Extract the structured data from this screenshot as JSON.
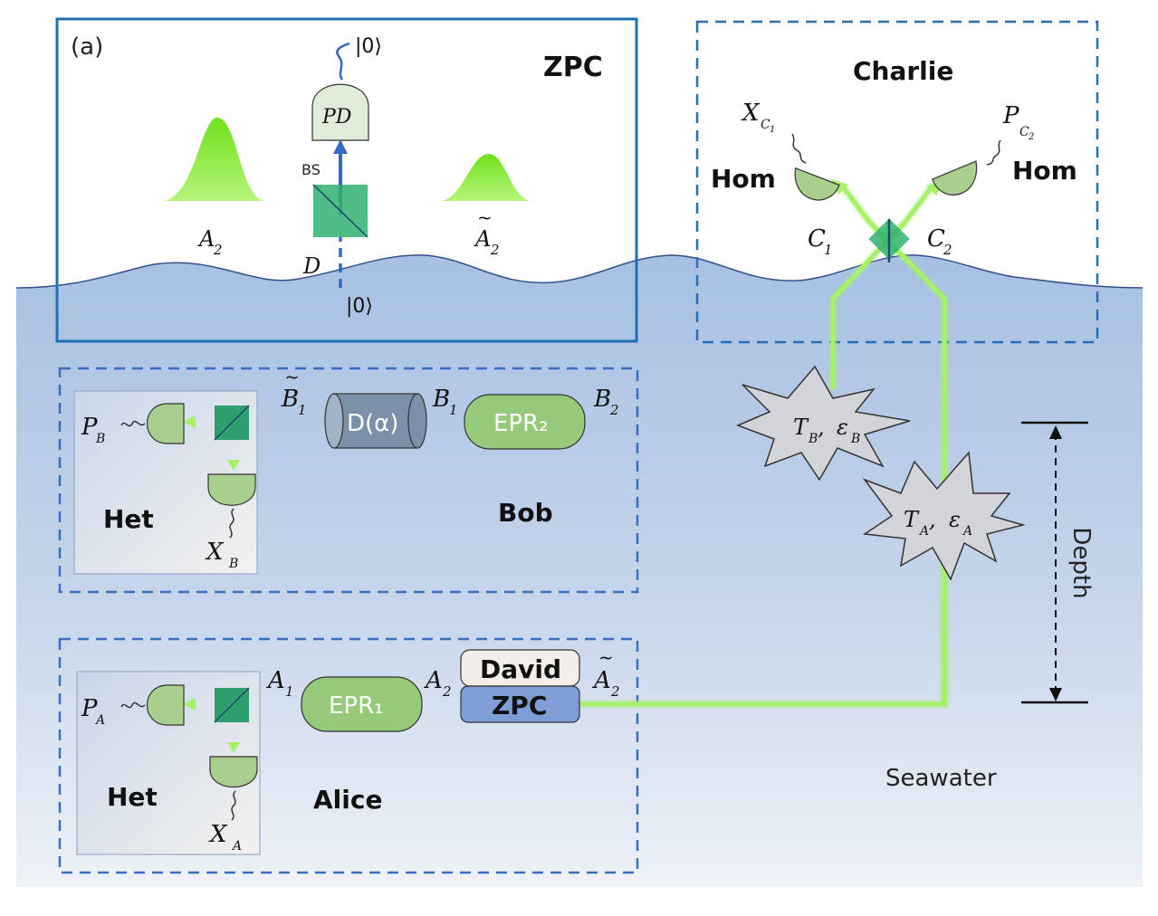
{
  "panel_label": "(a)",
  "zpc": {
    "title": "ZPC",
    "pd_label": "PD",
    "bs_label": "BS",
    "vacuum_top": "|0⟩",
    "vacuum_bottom": "|0⟩",
    "input_label": "A",
    "input_sub": "2",
    "output_label": "A",
    "output_sub": "2",
    "output_tilde": "~",
    "d_label": "D"
  },
  "charlie": {
    "title": "Charlie",
    "hom_left": "Hom",
    "hom_right": "Hom",
    "x_label": "X",
    "x_sub": "C",
    "x_subsub": "1",
    "p_label": "P",
    "p_sub": "C",
    "p_subsub": "2",
    "c1": "C",
    "c1_sub": "1",
    "c2": "C",
    "c2_sub": "2"
  },
  "bob": {
    "title": "Bob",
    "het": "Het",
    "epr": "EPR₂",
    "displacement": "D(α)",
    "p_label": "P",
    "p_sub": "B",
    "x_label": "X",
    "x_sub": "B",
    "b1": "B",
    "b1_sub": "1",
    "b1t": "B",
    "b1t_sub": "1",
    "b1t_tilde": "~",
    "b2": "B",
    "b2_sub": "2"
  },
  "alice": {
    "title": "Alice",
    "het": "Het",
    "epr": "EPR₁",
    "david": "David",
    "zpc": "ZPC",
    "p_label": "P",
    "p_sub": "A",
    "x_label": "X",
    "x_sub": "A",
    "a1": "A",
    "a1_sub": "1",
    "a2": "A",
    "a2_sub": "2",
    "a2t": "A",
    "a2t_sub": "2",
    "a2t_tilde": "~"
  },
  "channel_b": {
    "t": "T",
    "t_sub": "B",
    "sep": " , ",
    "e": "ε",
    "e_sub": "B"
  },
  "channel_a": {
    "t": "T",
    "t_sub": "A",
    "sep": " , ",
    "e": "ε",
    "e_sub": "A"
  },
  "depth_label": "Depth",
  "seawater_label": "Seawater",
  "colors": {
    "sea": "#c3d3ea",
    "wave_line": "#34508a",
    "zpc_border": "#1f6fb5",
    "dashed_border": "#2a6db5",
    "beam": "#a6f06a",
    "green_box": "#96c97a",
    "detector": "#a8cf8d",
    "bs_cube": "#2e9e6e",
    "blue_arrow": "#3567c4",
    "david_bg": "#f3eee9",
    "zpc_box": "#7f9ed6",
    "d_alpha": "#7b8fa8",
    "star": "#d2d4d8"
  }
}
